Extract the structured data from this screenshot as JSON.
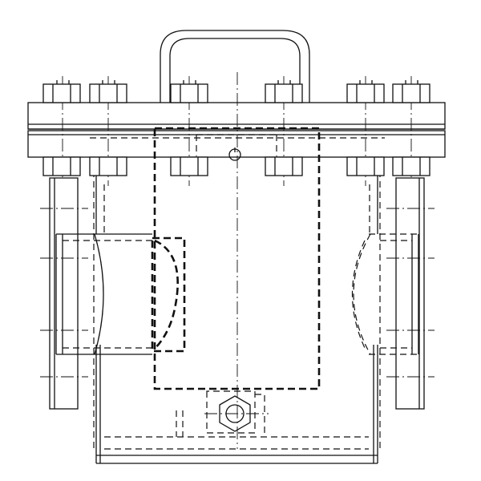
{
  "drawing": {
    "view": "front elevation",
    "background": "#ffffff",
    "line_color": "#111111",
    "components": [
      "lifting-handle",
      "top-flange-cover",
      "body-flange",
      "hex-nut-top-row",
      "hex-nut-bottom-row",
      "stud-bolts",
      "strainer-basket",
      "inlet-nozzle",
      "outlet-nozzle",
      "support-legs",
      "vessel-body",
      "drain-hex-plug"
    ]
  }
}
